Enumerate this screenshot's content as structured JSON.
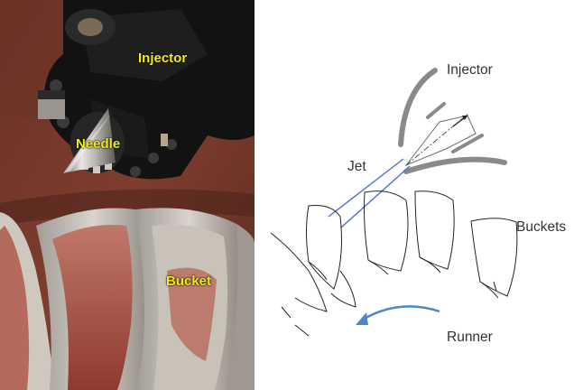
{
  "photo": {
    "labels": {
      "injector": "Injector",
      "needle": "Needle",
      "bucket": "Bucket"
    }
  },
  "diagram": {
    "labels": {
      "injector": "Injector",
      "jet": "Jet",
      "buckets": "Buckets",
      "runner": "Runner"
    }
  },
  "colors": {
    "photo_label": "#f2ec1a",
    "jet_line": "#4a6fd0",
    "runner_arrow": "#4a86c8",
    "nozzle_wall": "#8a8a8a",
    "rust": "#7a3a2c",
    "injector_body": "#111111"
  }
}
